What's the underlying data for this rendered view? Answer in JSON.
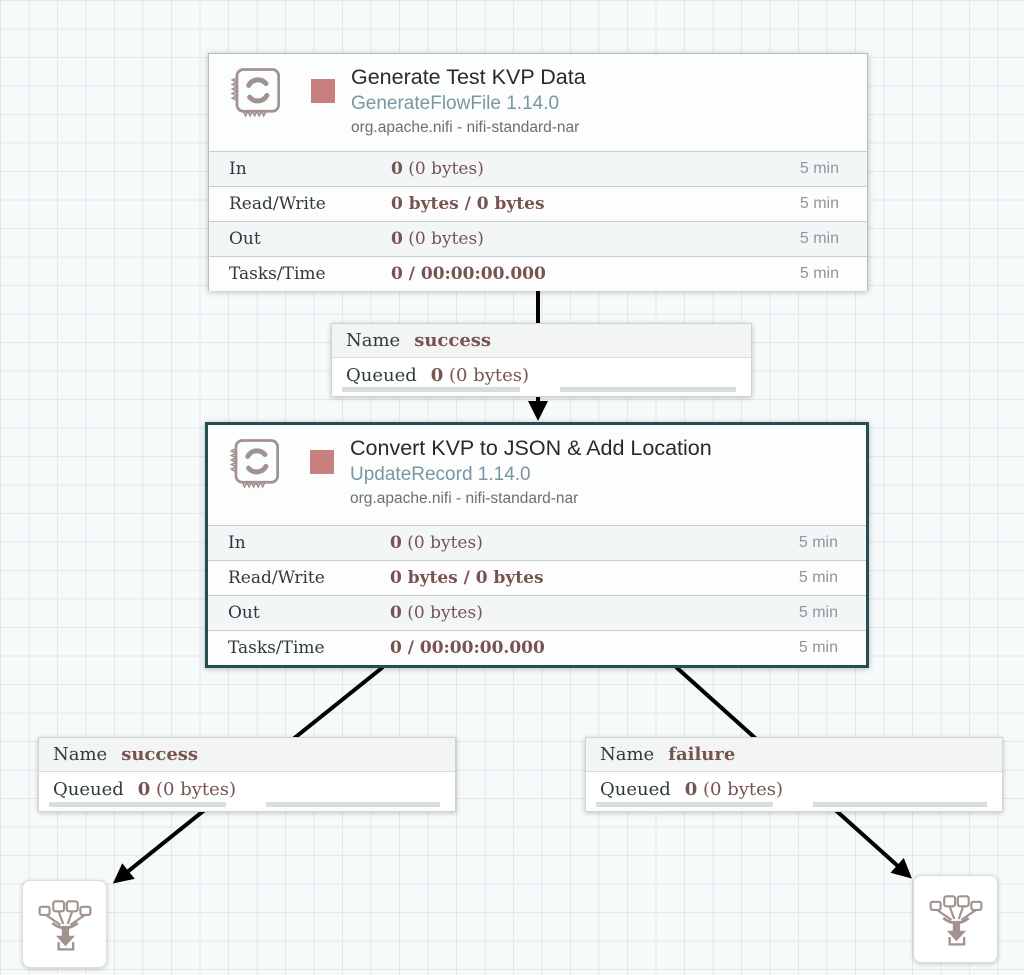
{
  "canvas": {
    "background_color": "#f7fafb",
    "grid_color": "#e2e9eb"
  },
  "processors": [
    {
      "name": "Generate Test KVP Data",
      "type": "GenerateFlowFile 1.14.0",
      "bundle": "org.apache.nifi - nifi-standard-nar",
      "selected": false,
      "run_status_icon": "stopped-square",
      "stats": {
        "rows": [
          {
            "label": "In",
            "bold": "0",
            "rest": " (0 bytes)",
            "window": "5 min"
          },
          {
            "label": "Read/Write",
            "bold": "0 bytes / 0 bytes",
            "rest": "",
            "window": "5 min"
          },
          {
            "label": "Out",
            "bold": "0",
            "rest": " (0 bytes)",
            "window": "5 min"
          },
          {
            "label": "Tasks/Time",
            "bold": "0 / 00:00:00.000",
            "rest": "",
            "window": "5 min"
          }
        ]
      }
    },
    {
      "name": "Convert KVP to JSON & Add Location",
      "type": "UpdateRecord 1.14.0",
      "bundle": "org.apache.nifi - nifi-standard-nar",
      "selected": true,
      "run_status_icon": "stopped-square",
      "stats": {
        "rows": [
          {
            "label": "In",
            "bold": "0",
            "rest": " (0 bytes)",
            "window": "5 min"
          },
          {
            "label": "Read/Write",
            "bold": "0 bytes / 0 bytes",
            "rest": "",
            "window": "5 min"
          },
          {
            "label": "Out",
            "bold": "0",
            "rest": " (0 bytes)",
            "window": "5 min"
          },
          {
            "label": "Tasks/Time",
            "bold": "0 / 00:00:00.000",
            "rest": "",
            "window": "5 min"
          }
        ]
      }
    }
  ],
  "connections": [
    {
      "name_label": "Name",
      "name": "success",
      "queued_label": "Queued",
      "queued_bold": "0",
      "queued_rest": " (0 bytes)"
    },
    {
      "name_label": "Name",
      "name": "success",
      "queued_label": "Queued",
      "queued_bold": "0",
      "queued_rest": " (0 bytes)"
    },
    {
      "name_label": "Name",
      "name": "failure",
      "queued_label": "Queued",
      "queued_bold": "0",
      "queued_rest": " (0 bytes)"
    }
  ],
  "icons": {
    "processor_icon": "stamp-swirl-icon",
    "funnel_icon": "funnel-icon",
    "run_status_icon": "stopped-square-icon"
  },
  "colors": {
    "selected_border": "#224f50",
    "run_status_stopped": "#c7807f",
    "stat_value_text": "#775351",
    "stat_window_text": "#8d979c",
    "processor_type_text": "#7b96a3",
    "component_icon": "#a29290",
    "connection_line": "#000000"
  }
}
